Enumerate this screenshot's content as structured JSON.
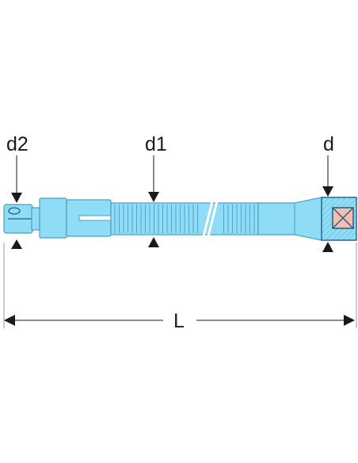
{
  "labels": {
    "d2": "d2",
    "d1": "d1",
    "d": "d",
    "length": "L"
  },
  "colors": {
    "tool_fill": "#8fdcf6",
    "tool_stroke": "#4b9fc4",
    "dark_stroke": "#1d5e80",
    "square_fill": "#f8bcb3",
    "line": "#1a1a1a"
  }
}
